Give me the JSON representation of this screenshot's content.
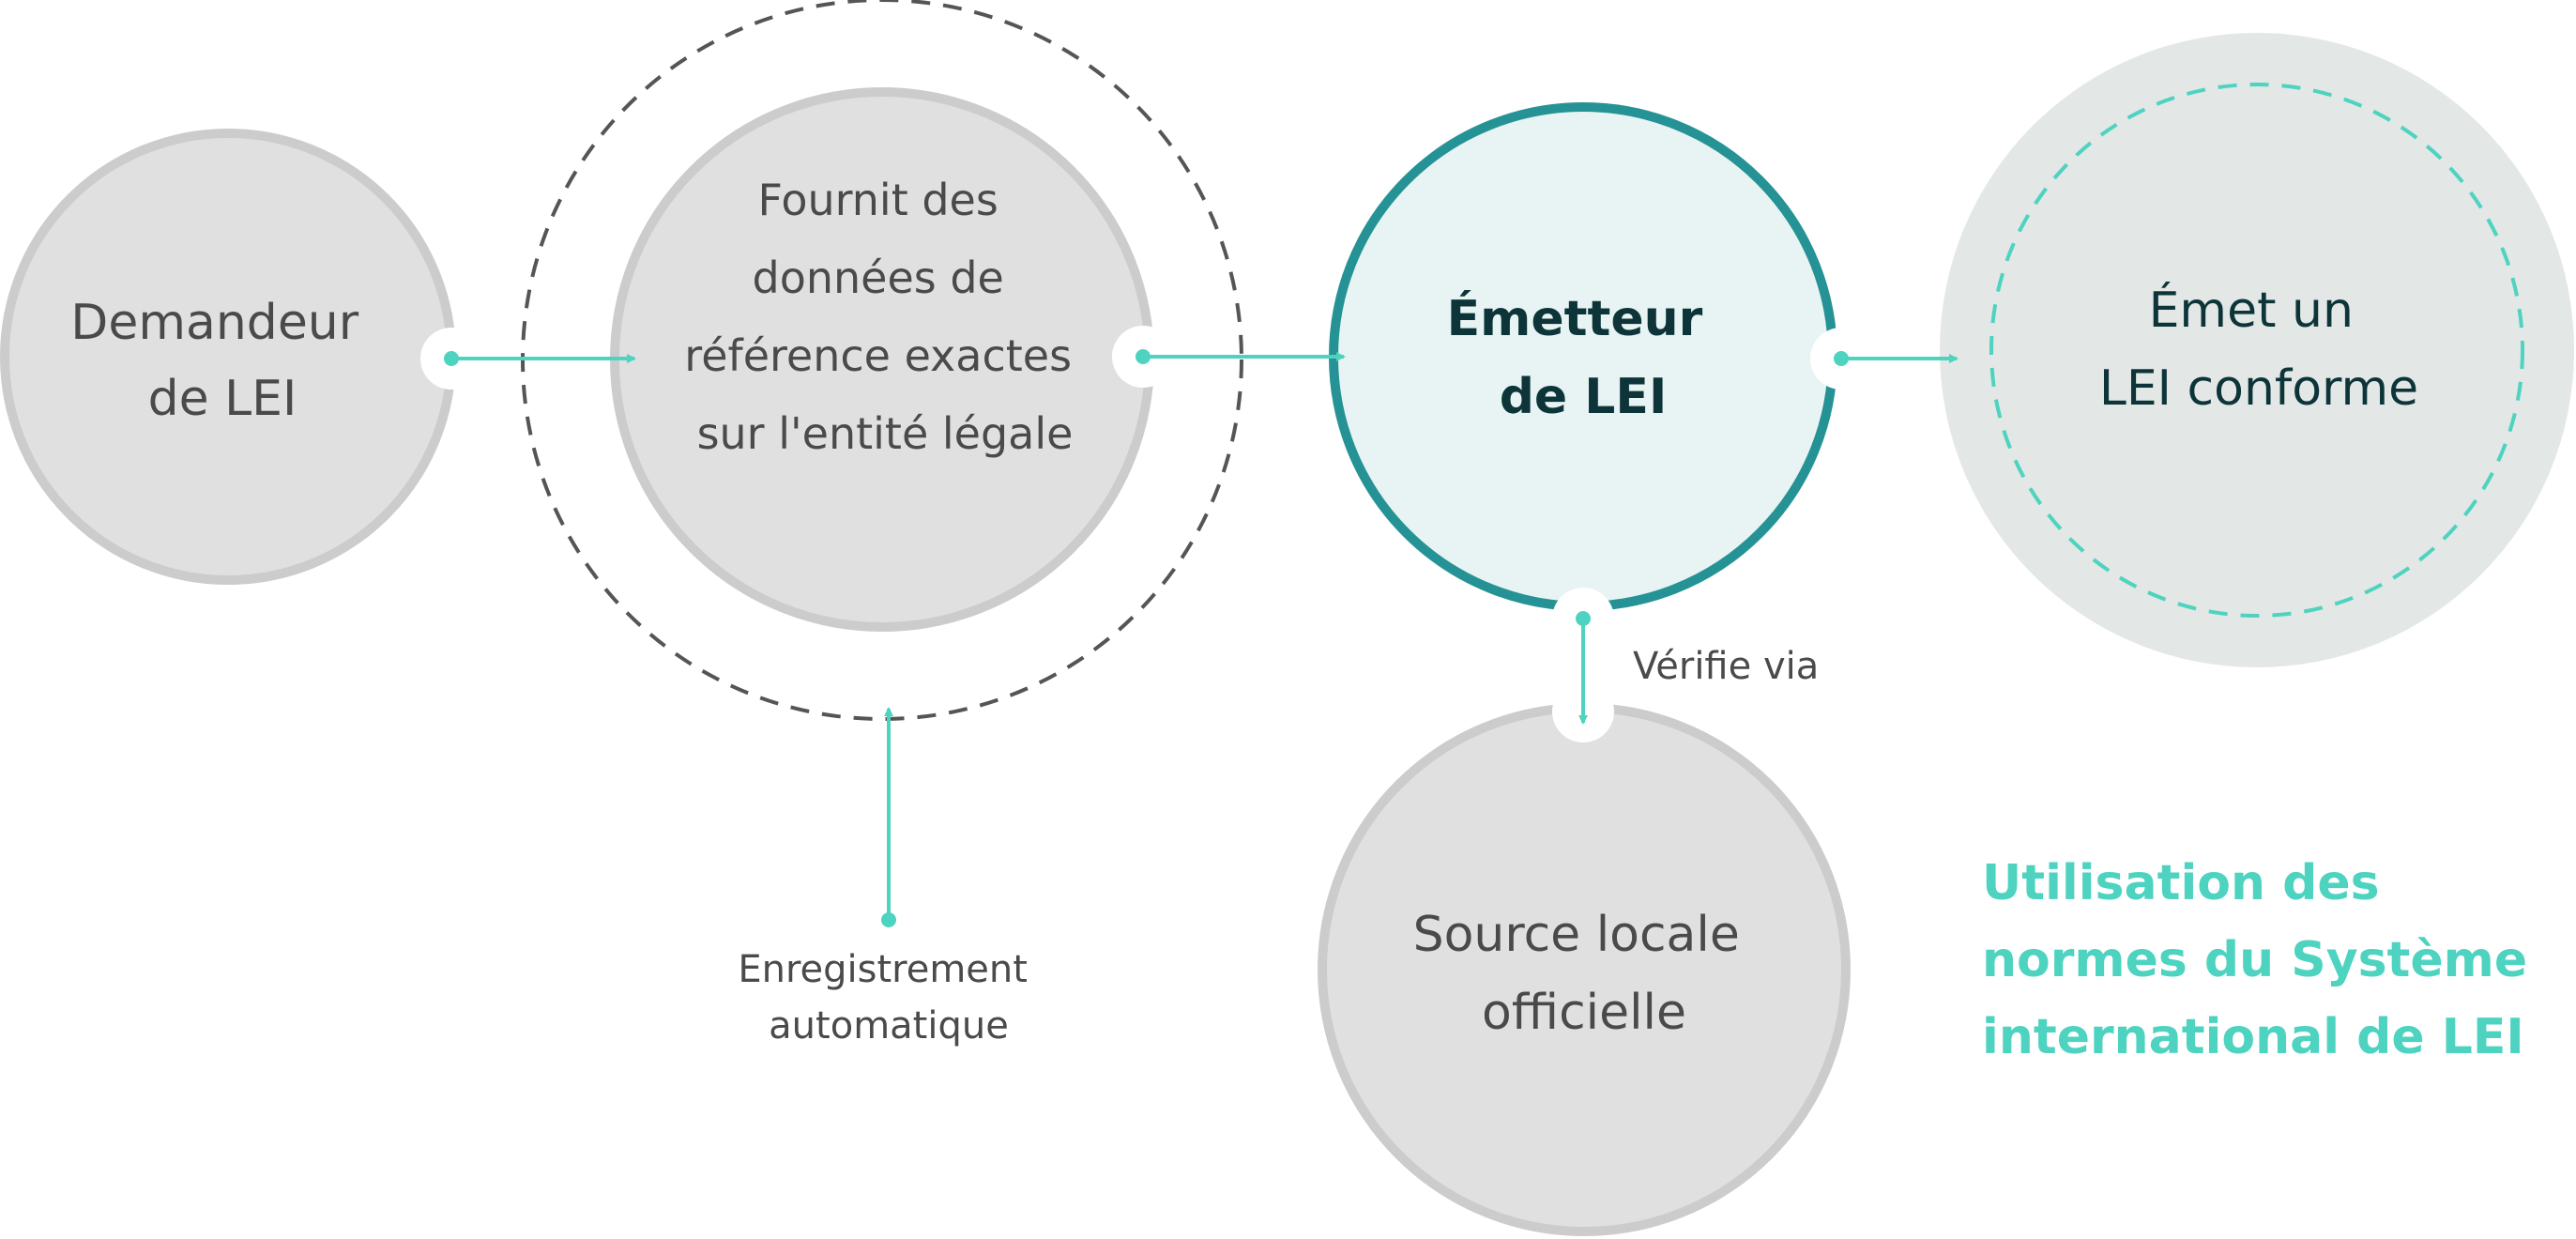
{
  "nodes": {
    "applicant": {
      "lines": [
        "Demandeur",
        "de LEI"
      ]
    },
    "data": {
      "lines": [
        "Fournit des",
        "données de",
        "référence exactes",
        "sur l'entité légale"
      ]
    },
    "issuer": {
      "lines": [
        "Émetteur",
        "de LEI"
      ]
    },
    "result": {
      "lines": [
        "Émet un",
        "LEI conforme"
      ]
    },
    "source": {
      "lines": [
        "Source locale",
        "officielle"
      ]
    }
  },
  "edges": {
    "verify_label": "Vérifie via",
    "registration_label": [
      "Enregistrement",
      "automatique"
    ]
  },
  "caption": [
    "Utilisation des",
    "normes du Système",
    "international de LEI"
  ],
  "colors": {
    "grey_fill": "#e0e0e0",
    "grey_stroke": "#cccccc",
    "teal_stroke": "#259295",
    "teal_fill": "#e8f3f3",
    "result_fill": "#e3e7e6",
    "accent": "#4dd3c0",
    "dark_text": "#0d3539",
    "grey_text": "#4a4a4a"
  }
}
